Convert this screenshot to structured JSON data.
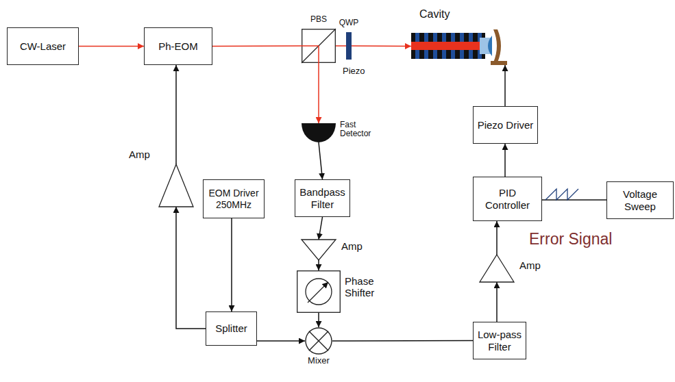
{
  "diagram": {
    "nodes": [
      {
        "text": [
          "CW-Laser"
        ]
      },
      {
        "text": [
          "Ph-EOM"
        ]
      },
      {
        "text": [
          "PBS"
        ]
      },
      {
        "text": [
          "QWP"
        ]
      },
      {
        "text": [
          "Cavity"
        ]
      },
      {
        "text": [
          "Fast Detector"
        ]
      },
      {
        "text": [
          "Piezo Driver"
        ]
      },
      {
        "text": [
          "Amp"
        ]
      },
      {
        "text": [
          "Bandpass Filter"
        ]
      },
      {
        "text": [
          "PID Controller"
        ]
      },
      {
        "text": [
          "Voltage Sweep"
        ]
      },
      {
        "text": [
          "EOM Driver 250MHz"
        ]
      },
      {
        "text": [
          "Amp"
        ]
      },
      {
        "text": [
          "Phase Shifter"
        ]
      },
      {
        "text": [
          "Amp"
        ]
      },
      {
        "text": [
          "Splitter"
        ]
      },
      {
        "text": [
          "Mixer"
        ]
      },
      {
        "text": [
          "Low-pass Filter"
        ]
      }
    ],
    "edges": [
      {
        "from": 0,
        "to": 1,
        "arrow": "to"
      },
      {
        "from": 1,
        "to": 2,
        "arrow": "none"
      },
      {
        "from": 2,
        "to": 3,
        "arrow": "none"
      },
      {
        "from": 3,
        "to": 4,
        "arrow": "to"
      },
      {
        "from": 2,
        "to": 5,
        "arrow": "to"
      },
      {
        "from": 5,
        "to": 8,
        "arrow": "to"
      },
      {
        "from": 8,
        "to": 12,
        "arrow": "to"
      },
      {
        "from": 12,
        "to": 13,
        "arrow": "to"
      },
      {
        "from": 13,
        "to": 16,
        "arrow": "to"
      },
      {
        "from": 11,
        "to": 15,
        "arrow": "to"
      },
      {
        "from": 15,
        "to": 16,
        "arrow": "to"
      },
      {
        "from": 15,
        "to": 7,
        "arrow": "to"
      },
      {
        "from": 7,
        "to": 1,
        "arrow": "to"
      },
      {
        "from": 16,
        "to": 17,
        "arrow": "none"
      },
      {
        "from": 17,
        "to": 14,
        "arrow": "to"
      },
      {
        "from": 14,
        "to": 9,
        "arrow": "to"
      },
      {
        "from": 10,
        "to": 9,
        "arrow": "none"
      },
      {
        "from": 9,
        "to": 6,
        "arrow": "to"
      },
      {
        "from": 6,
        "to": 4,
        "arrow": "to"
      }
    ],
    "labels": [
      "Piezo",
      "Error Signal"
    ]
  }
}
